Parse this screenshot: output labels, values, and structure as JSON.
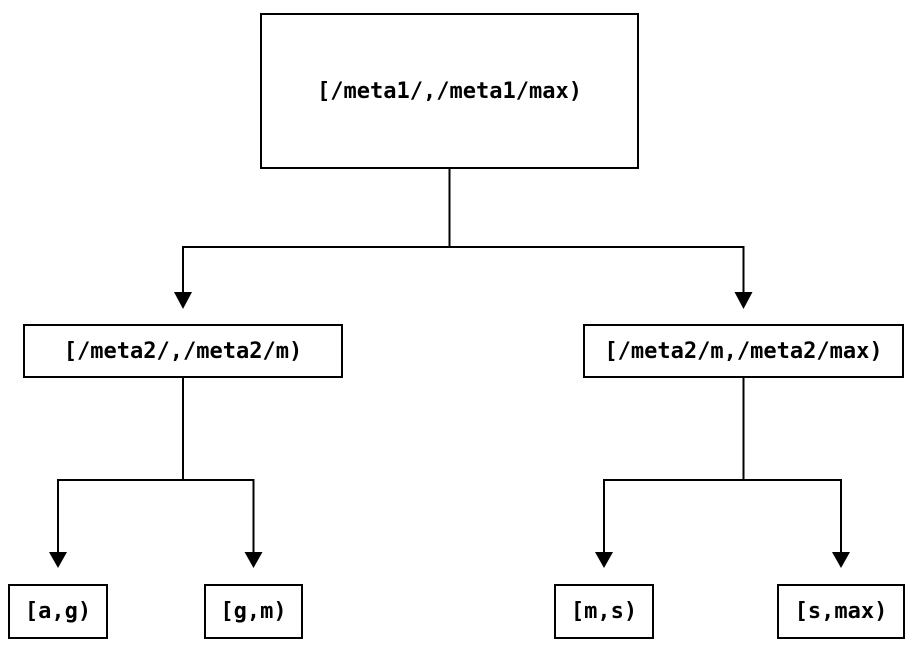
{
  "diagram": {
    "type": "binary-tree",
    "colors": {
      "background": "#ffffff",
      "node_border": "#000000",
      "edge_line": "#000000",
      "text": "#000000"
    },
    "nodes": {
      "root": {
        "label": "[/meta1/,/meta1/max)"
      },
      "left": {
        "label": "[/meta2/,/meta2/m)"
      },
      "right": {
        "label": "[/meta2/m,/meta2/max)"
      },
      "leaf_ag": {
        "label": "[a,g)"
      },
      "leaf_gm": {
        "label": "[g,m)"
      },
      "leaf_ms": {
        "label": "[m,s)"
      },
      "leaf_smax": {
        "label": "[s,max)"
      }
    },
    "edges": [
      {
        "from": "root",
        "to": "left"
      },
      {
        "from": "root",
        "to": "right"
      },
      {
        "from": "left",
        "to": "leaf_ag"
      },
      {
        "from": "left",
        "to": "leaf_gm"
      },
      {
        "from": "right",
        "to": "leaf_ms"
      },
      {
        "from": "right",
        "to": "leaf_smax"
      }
    ]
  }
}
